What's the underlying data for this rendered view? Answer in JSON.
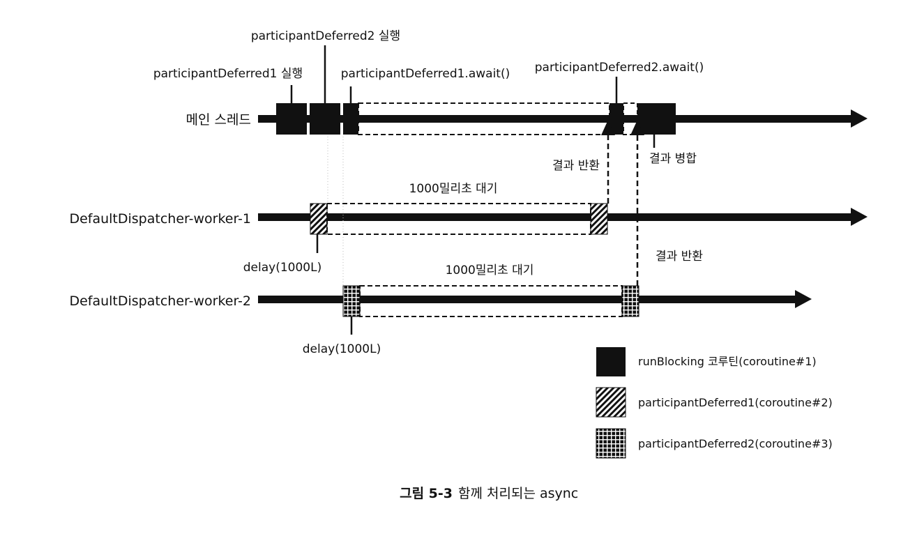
{
  "lanes": {
    "main": "메인 스레드",
    "worker1": "DefaultDispatcher-worker-1",
    "worker2": "DefaultDispatcher-worker-2"
  },
  "annotations": {
    "p2_start": "participantDeferred2 실행",
    "p1_start": "participantDeferred1 실행",
    "p1_await": "participantDeferred1.await()",
    "p2_await": "participantDeferred2.await()",
    "return1": "결과 반환",
    "merge": "결과 병합",
    "wait1": "1000밀리초 대기",
    "delay1": "delay(1000L)",
    "return2": "결과 반환",
    "wait2": "1000밀리초 대기",
    "delay2": "delay(1000L)"
  },
  "legend": {
    "solid": "runBlocking 코루틴(coroutine#1)",
    "hatched": "participantDeferred1(coroutine#2)",
    "grid": "participantDeferred2(coroutine#3)"
  },
  "caption": {
    "number": "그림 5-3",
    "text": "함께 처리되는 async"
  },
  "colors": {
    "ink": "#111111",
    "background": "#ffffff"
  }
}
